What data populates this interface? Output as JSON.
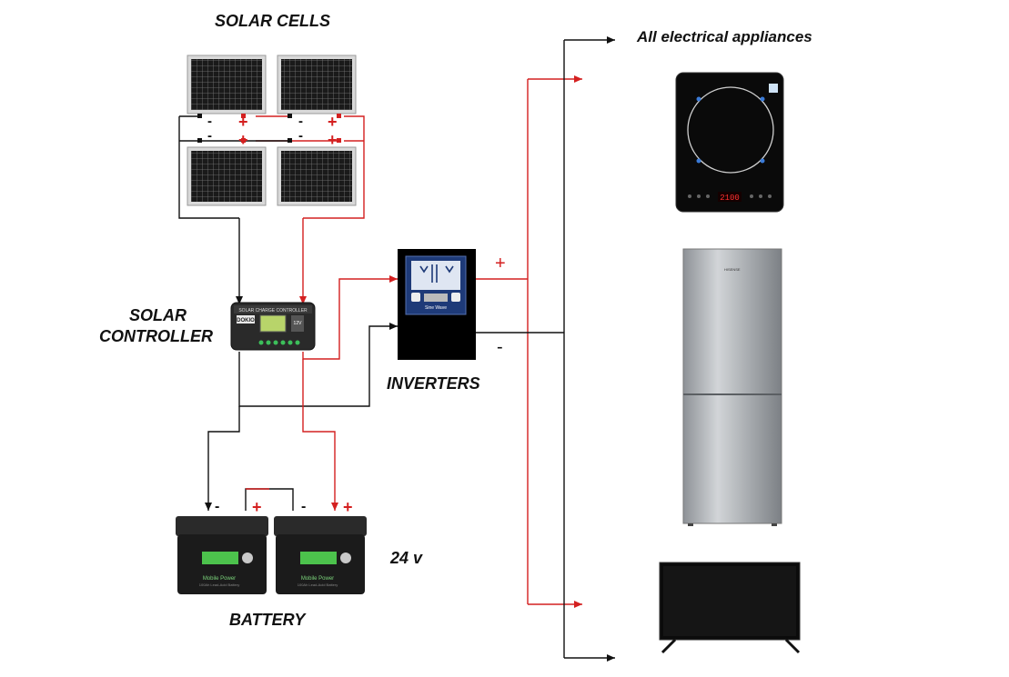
{
  "labels": {
    "solar_cells": "SOLAR CELLS",
    "solar_controller_line1": "SOLAR",
    "solar_controller_line2": "CONTROLLER",
    "inverters": "INVERTERS",
    "battery": "BATTERY",
    "voltage": "24 v",
    "appliances": "All electrical appliances"
  },
  "polarity": {
    "minus": "-",
    "plus": "+"
  },
  "controller_text": {
    "brand": "DOKIO",
    "title": "SOLAR CHARGE CONTROLLER",
    "badge": "12V"
  },
  "inverter_text": {
    "brand": "Sine Wave"
  },
  "battery_text": {
    "brand": "Mobile Power",
    "subtitle": "100Ah Lead-Acid Battery"
  },
  "cooktop_text": {
    "display": "2100"
  },
  "fridge_text": {
    "brand": "HISENSE"
  },
  "colors": {
    "negative_wire": "#111111",
    "positive_wire": "#d42020",
    "panel": "#1f1f1f",
    "fridge": "#a8acb0"
  },
  "icons": [
    "solar-panel-icon",
    "charge-controller-icon",
    "inverter-icon",
    "battery-icon",
    "induction-cooktop-icon",
    "refrigerator-icon",
    "television-icon"
  ]
}
